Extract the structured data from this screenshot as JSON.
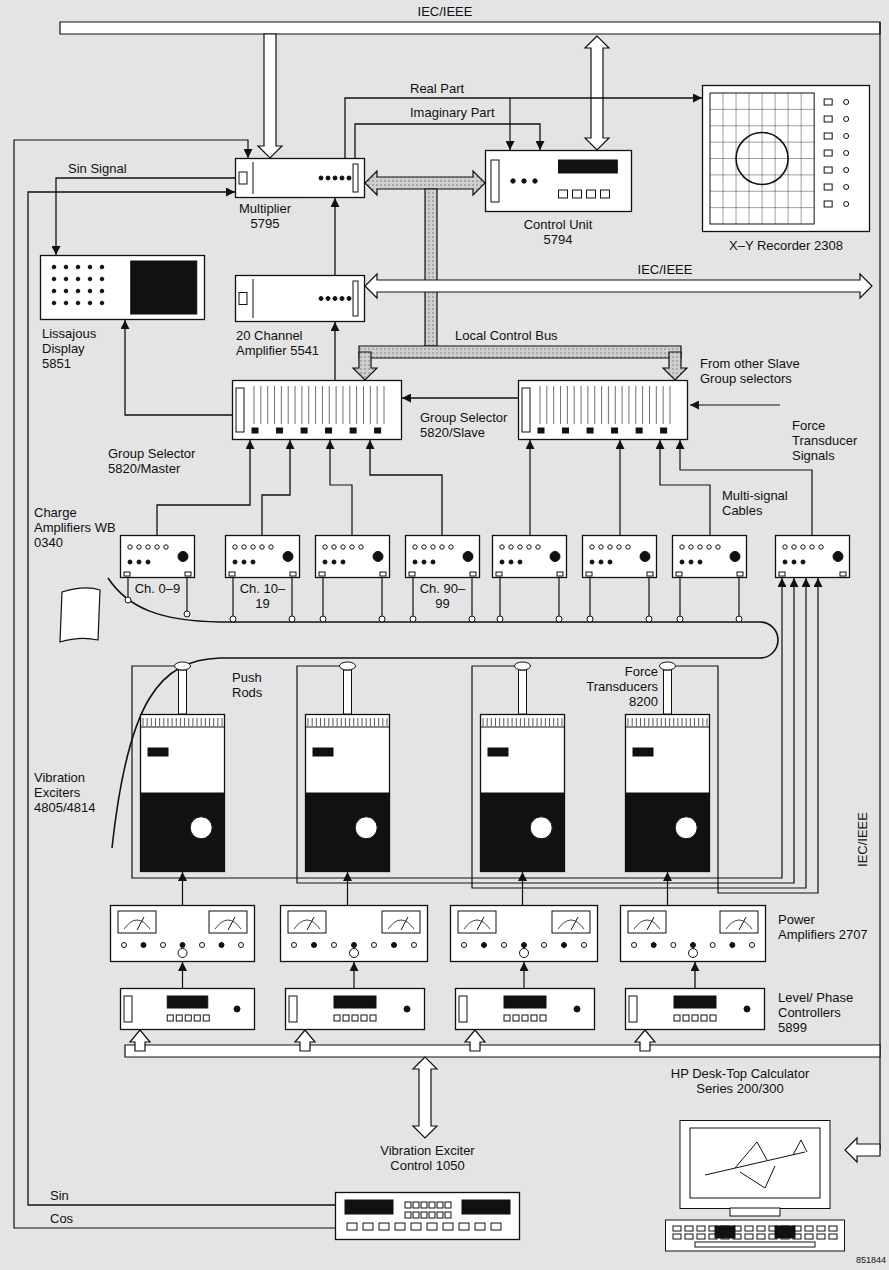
{
  "diagram": {
    "nodes": [
      {
        "text": [
          "Multiplier 5795"
        ]
      },
      {
        "text": [
          "Control Unit 5794"
        ]
      },
      {
        "text": [
          "X–Y Recorder 2308"
        ]
      },
      {
        "text": [
          "Lissajous Display 5851"
        ]
      },
      {
        "text": [
          "20 Channel Amplifier 5541"
        ]
      },
      {
        "text": [
          "Group Selector 5820/Master"
        ]
      },
      {
        "text": [
          "Group Selector 5820/Slave"
        ]
      },
      {
        "text": [
          "Charge Amplifiers WB 0340",
          "Ch. 0–9"
        ]
      },
      {
        "text": [
          "Ch. 10–19"
        ]
      },
      {
        "text": [
          "Ch. 90–99"
        ]
      },
      {
        "text": [
          "Vibration Exciters 4805/4814"
        ]
      },
      {
        "text": [
          "Power Amplifiers 2707"
        ]
      },
      {
        "text": [
          "Level/ Phase Controllers 5899"
        ]
      },
      {
        "text": [
          "Vibration Exciter Control 1050"
        ]
      },
      {
        "text": [
          "HP Desk-Top Calculator Series 200/300"
        ]
      }
    ],
    "edges": [
      {
        "from": 0,
        "to": 2,
        "arrow": "to"
      },
      {
        "from": 0,
        "to": 1,
        "arrow": "to"
      },
      {
        "from": 0,
        "to": 3,
        "arrow": "to"
      },
      {
        "from": 4,
        "to": 0,
        "arrow": "to"
      },
      {
        "from": 5,
        "to": 4,
        "arrow": "to"
      },
      {
        "from": 5,
        "to": 3,
        "arrow": "to"
      },
      {
        "from": 6,
        "to": 5,
        "arrow": "to"
      },
      {
        "from": 7,
        "to": 5,
        "arrow": "to"
      },
      {
        "from": 8,
        "to": 5,
        "arrow": "to"
      },
      {
        "from": 9,
        "to": 5,
        "arrow": "to"
      },
      {
        "from": 12,
        "to": 11,
        "arrow": "to"
      },
      {
        "from": 13,
        "to": 0,
        "arrow": "to"
      }
    ],
    "labels": [
      "IEC/IEEE",
      "Real Part",
      "Imaginary Part",
      "Sin Signal",
      "IEC/IEEE",
      "Local Control Bus",
      "From other Slave Group selectors",
      "Force Transducer Signals",
      "Multi-signal Cables",
      "Push Rods",
      "Force Transducers 8200",
      "IEC/IEEE",
      "Sin",
      "Cos",
      "851844"
    ]
  }
}
